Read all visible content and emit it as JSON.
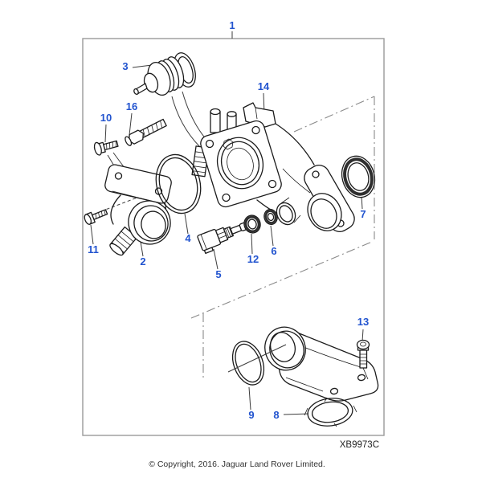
{
  "figure": {
    "ref_code": "XB9973C",
    "copyright_notice": "© Copyright, 2016. Jaguar Land Rover Limited.",
    "callout_color": "#2254cf",
    "line_color": "#1b1b1b",
    "border_color": "#999999",
    "callouts": [
      {
        "label": "1"
      },
      {
        "label": "2"
      },
      {
        "label": "3"
      },
      {
        "label": "4"
      },
      {
        "label": "5"
      },
      {
        "label": "6"
      },
      {
        "label": "7"
      },
      {
        "label": "8"
      },
      {
        "label": "9"
      },
      {
        "label": "10"
      },
      {
        "label": "11"
      },
      {
        "label": "12"
      },
      {
        "label": "13"
      },
      {
        "label": "14"
      },
      {
        "label": "16"
      }
    ]
  }
}
